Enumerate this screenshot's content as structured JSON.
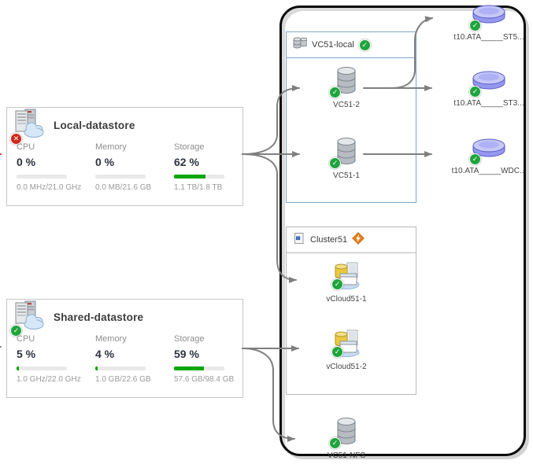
{
  "icons": {
    "check": "✓",
    "cross": "✕"
  },
  "colors": {
    "bar_green": "#0aa60a",
    "status_green": "#1ea53c",
    "alert_red": "#cf2a1c",
    "arrow_gray": "#7f7f7f",
    "arrow_red": "#d9382c",
    "frame_black": "#0a0a0a",
    "group_border_blue": "#7ea6c8",
    "group_border_gray": "#b8b8b8"
  },
  "cards": {
    "local": {
      "title": "Local-datastore",
      "status": "error",
      "metrics": [
        {
          "label": "CPU",
          "value": "0 %",
          "percent": 0,
          "detail": "0.0 MHz/21.0 GHz"
        },
        {
          "label": "Memory",
          "value": "0 %",
          "percent": 0,
          "detail": "0.0 MB/21.6 GB"
        },
        {
          "label": "Storage",
          "value": "62 %",
          "percent": 62,
          "detail": "1.1 TB/1.8 TB"
        }
      ]
    },
    "shared": {
      "title": "Shared-datastore",
      "status": "ok",
      "metrics": [
        {
          "label": "CPU",
          "value": "5 %",
          "percent": 5,
          "detail": "1.0 GHz/22.0 GHz"
        },
        {
          "label": "Memory",
          "value": "4 %",
          "percent": 4,
          "detail": "1.0 GB/22.6 GB"
        },
        {
          "label": "Storage",
          "value": "59 %",
          "percent": 59,
          "detail": "57.6 GB/98.4 GB"
        }
      ]
    }
  },
  "groups": [
    {
      "label": "VC51-local",
      "status": "ok"
    },
    {
      "label": "Cluster51",
      "status": "warning"
    }
  ],
  "nodes": [
    {
      "label": "VC51-2",
      "type": "datastore",
      "status": "ok"
    },
    {
      "label": "VC51-1",
      "type": "datastore",
      "status": "ok"
    },
    {
      "label": "vCloud51-1",
      "type": "vm",
      "status": "ok"
    },
    {
      "label": "vCloud51-2",
      "type": "vm",
      "status": "ok"
    },
    {
      "label": "VC51-NFS",
      "type": "datastore",
      "status": "ok"
    }
  ],
  "disks": [
    {
      "label": "t10.ATA_____ST5..."
    },
    {
      "label": "t10.ATA_____ST3..."
    },
    {
      "label": "t10.ATA_____WDC..."
    }
  ]
}
